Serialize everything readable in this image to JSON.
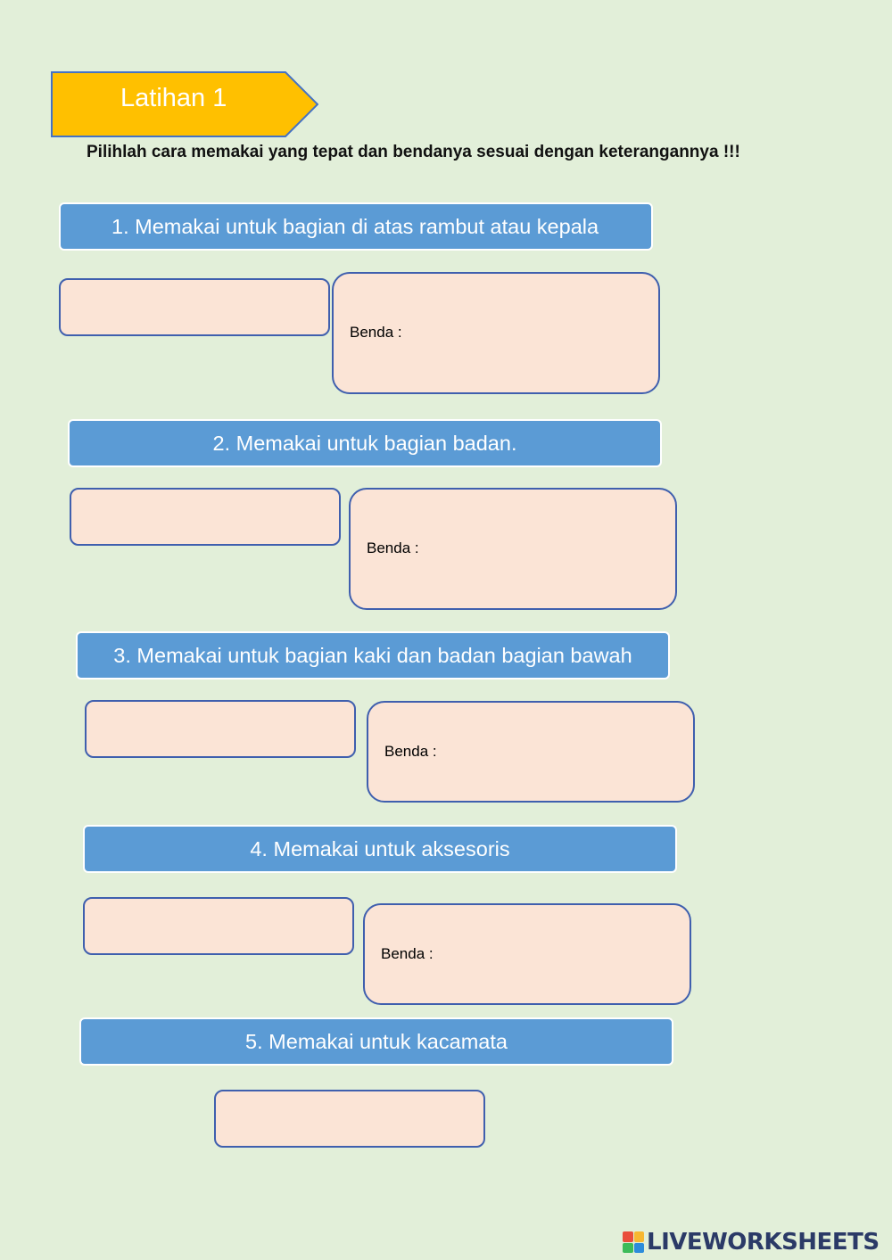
{
  "header": {
    "title": "Latihan 1",
    "instruction": "Pilihlah cara memakai yang tepat dan bendanya  sesuai dengan keterangannya !!!"
  },
  "questions": [
    {
      "label": "1.  Memakai untuk bagian di atas rambut atau kepala",
      "benda_label": "Benda :"
    },
    {
      "label": "2. Memakai untuk bagian badan.",
      "benda_label": "Benda :"
    },
    {
      "label": "3. Memakai untuk bagian kaki dan badan bagian bawah",
      "benda_label": "Benda :"
    },
    {
      "label": "4. Memakai untuk aksesoris",
      "benda_label": "Benda :"
    },
    {
      "label": "5. Memakai untuk kacamata"
    }
  ],
  "footer": {
    "brand": "LIVEWORKSHEETS"
  },
  "colors": {
    "background": "#e2efd9",
    "title_tab": "#ffc000",
    "question_bar": "#5b9bd5",
    "answer_fill": "#fbe4d6",
    "answer_border": "#3f5fae"
  }
}
